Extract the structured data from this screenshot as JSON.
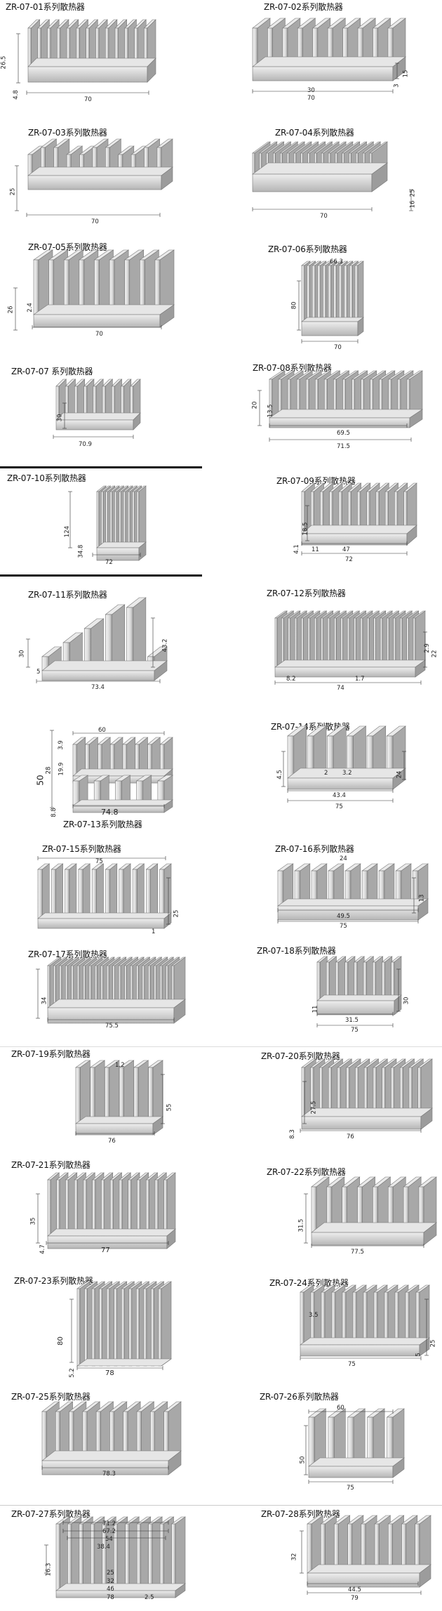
{
  "items": [
    {
      "title": "ZR-07-01系列散热器",
      "dims": [
        "26.5",
        "4.8",
        "70"
      ]
    },
    {
      "title": "ZR-07-02系列散热器",
      "dims": [
        "15",
        "3",
        "30",
        "70"
      ]
    },
    {
      "title": "ZR-07-03系列散热器",
      "dims": [
        "25",
        "70"
      ]
    },
    {
      "title": "ZR-07-04系列散热器",
      "dims": [
        "70",
        "16",
        "25"
      ]
    },
    {
      "title": "ZR-07-05系列散热器",
      "dims": [
        "26",
        "2.4",
        "70"
      ]
    },
    {
      "title": "ZR-07-06系列散热器",
      "dims": [
        "66.3",
        "80",
        "70"
      ]
    },
    {
      "title": "ZR-07-07 系列散热器",
      "dims": [
        "30",
        "70.9"
      ]
    },
    {
      "title": "ZR-07-08系列散热器",
      "dims": [
        "20",
        "13.5",
        "69.5",
        "71.5"
      ]
    },
    {
      "title": "ZR-07-10系列散热器",
      "dims": [
        "124",
        "34.8",
        "72"
      ]
    },
    {
      "title": "ZR-07-09系列散热器",
      "dims": [
        "18.5",
        "4.1",
        "11",
        "47",
        "72"
      ]
    },
    {
      "title": "ZR-07-11系列散热器",
      "dims": [
        "30",
        "43.2",
        "5",
        "73.4"
      ]
    },
    {
      "title": "ZR-07-12系列散热器",
      "dims": [
        "2.9",
        "22",
        "8.2",
        "1.7",
        "74"
      ]
    },
    {
      "title": "ZR-07-13系列散热器",
      "dims": [
        "60",
        "3.9",
        "28",
        "19.9",
        "50",
        "8.8",
        "74.8"
      ]
    },
    {
      "title": "ZR-07-14系列散热器",
      "dims": [
        "4.5",
        "24",
        "43.4",
        "75",
        "2",
        "3.2"
      ]
    },
    {
      "title": "ZR-07-15系列散热器",
      "dims": [
        "75",
        "25",
        "1"
      ]
    },
    {
      "title": "ZR-07-16系列散热器",
      "dims": [
        "24",
        "13",
        "49.5",
        "75"
      ]
    },
    {
      "title": "ZR-07-17系列散热器",
      "dims": [
        "34",
        "75.5"
      ]
    },
    {
      "title": "ZR-07-18系列散热器",
      "dims": [
        "11",
        "31.5",
        "75",
        "30"
      ]
    },
    {
      "title": "ZR-07-19系列散热器",
      "dims": [
        "1.2",
        "55",
        "76"
      ]
    },
    {
      "title": "ZR-07-20系列散热器",
      "dims": [
        "27.5",
        "8.3",
        "76"
      ]
    },
    {
      "title": "ZR-07-21系列散热器",
      "dims": [
        "35",
        "4.7",
        "77"
      ]
    },
    {
      "title": "ZR-07-22系列散热器",
      "dims": [
        "31.5",
        "77.5"
      ]
    },
    {
      "title": "ZR-07-23系列散热器",
      "dims": [
        "80",
        "5.2",
        "78"
      ]
    },
    {
      "title": "ZR-07-24系列散热器",
      "dims": [
        "3.5",
        "25",
        "5",
        "75"
      ]
    },
    {
      "title": "ZR-07-25系列散热器",
      "dims": [
        "78.3"
      ]
    },
    {
      "title": "ZR-07-26系列散热器",
      "dims": [
        "60",
        "50",
        "75"
      ]
    },
    {
      "title": "ZR-07-27系列散热器",
      "dims": [
        "71.2",
        "67.2",
        "54",
        "38.4",
        "16.3",
        "25",
        "32",
        "46",
        "78",
        "2.5"
      ]
    },
    {
      "title": "ZR-07-28系列散热器",
      "dims": [
        "32",
        "44.5",
        "79"
      ]
    }
  ],
  "colors": {
    "metal_light": "#f2f2f2",
    "metal_mid": "#cfcfcf",
    "metal_dark": "#8c8c8c",
    "line": "#333333",
    "rule": "#111111"
  }
}
